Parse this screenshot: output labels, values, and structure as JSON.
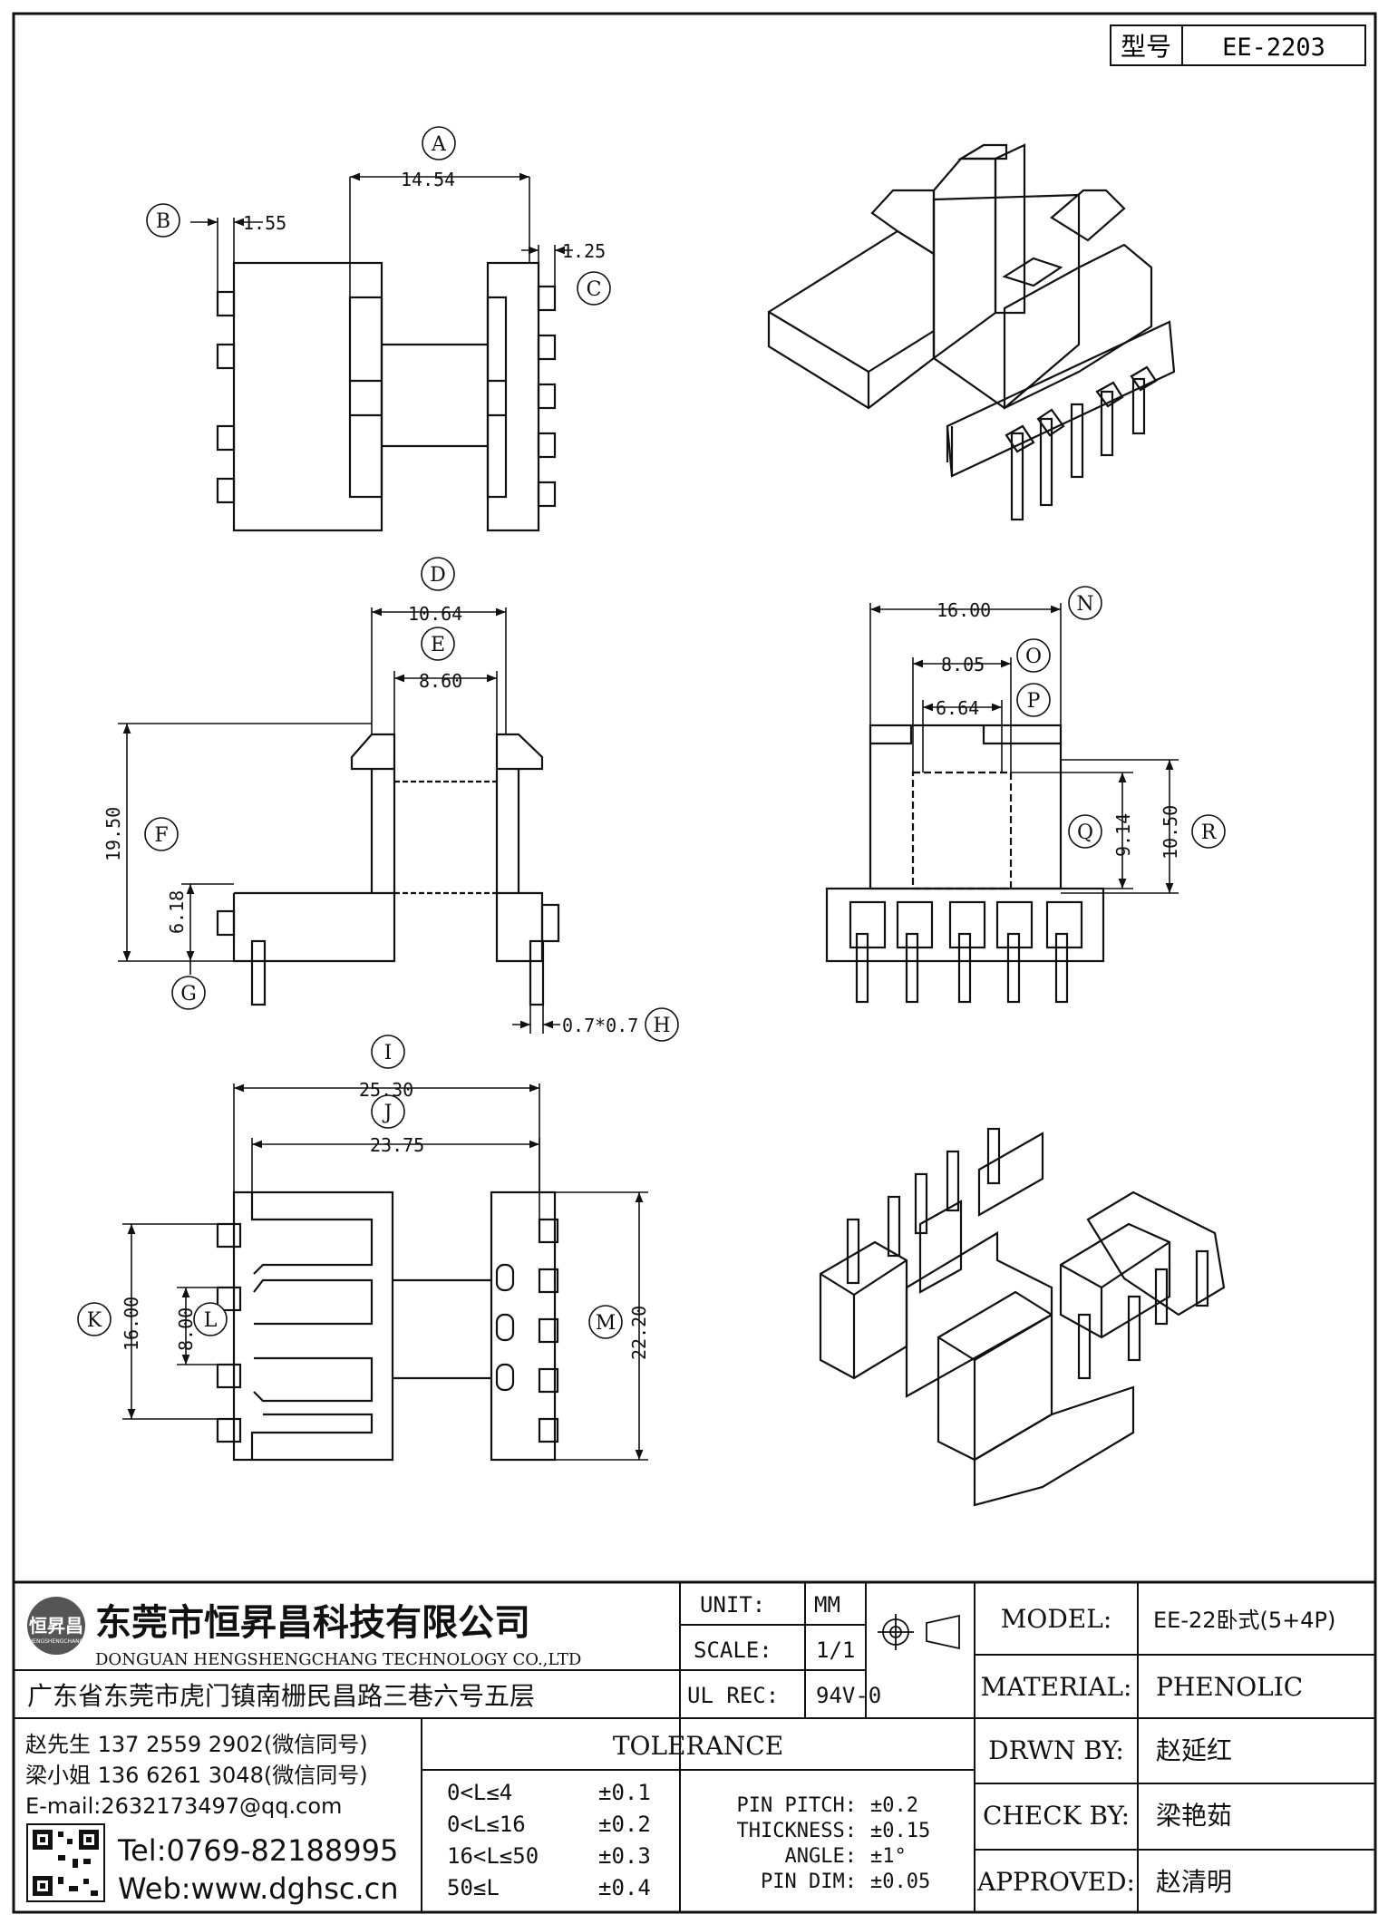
{
  "header": {
    "model_label": "型号",
    "model_value": "EE-2203"
  },
  "callouts": {
    "A": "A",
    "B": "B",
    "C": "C",
    "D": "D",
    "E": "E",
    "F": "F",
    "G": "G",
    "H": "H",
    "I": "I",
    "J": "J",
    "K": "K",
    "L": "L",
    "M": "M",
    "N": "N",
    "O": "O",
    "P": "P",
    "Q": "Q",
    "R": "R"
  },
  "dimensions": {
    "A": "14.54",
    "B": "1.55",
    "C": "1.25",
    "D": "10.64",
    "E": "8.60",
    "F": "19.50",
    "G": "6.18",
    "H": "0.7*0.7",
    "I": "25.30",
    "J": "23.75",
    "K": "16.00",
    "L": "8.00",
    "M": "22.20",
    "N": "16.00",
    "O": "8.05",
    "P": "6.64",
    "Q": "9.14",
    "R": "10.50"
  },
  "company": {
    "logo_text": "恒昇昌",
    "logo_sub": "HENGSHENGCHANG",
    "name_cn": "东莞市恒昇昌科技有限公司",
    "name_en": "DONGUAN HENGSHENGCHANG TECHNOLOGY CO.,LTD",
    "address": "广东省东莞市虎门镇南栅民昌路三巷六号五层",
    "contact1": "赵先生 137 2559 2902(微信同号)",
    "contact2": "梁小姐 136 6261 3048(微信同号)",
    "email": "E-mail:2632173497@qq.com",
    "tel": "Tel:0769-82188995",
    "web": "Web:www.dghsc.cn"
  },
  "specs": {
    "unit_label": "UNIT:",
    "unit_value": "MM",
    "scale_label": "SCALE:",
    "scale_value": "1/1",
    "ulrec_label": "UL REC:",
    "ulrec_value": "94V-0"
  },
  "tolerance": {
    "title": "TOLERANCE",
    "rows": [
      {
        "range": "0<L≤4",
        "value": "±0.1"
      },
      {
        "range": "0<L≤16",
        "value": "±0.2"
      },
      {
        "range": "16<L≤50",
        "value": "±0.3"
      },
      {
        "range": "50≤L",
        "value": "±0.4"
      }
    ],
    "extra": [
      {
        "label": "PIN PITCH:",
        "value": "±0.2"
      },
      {
        "label": "THICKNESS:",
        "value": "±0.15"
      },
      {
        "label": "ANGLE:",
        "value": "±1°"
      },
      {
        "label": "PIN DIM:",
        "value": "±0.05"
      }
    ]
  },
  "info": {
    "model_label": "MODEL:",
    "model_value": "EE-22卧式(5+4P)",
    "material_label": "MATERIAL:",
    "material_value": "PHENOLIC",
    "drawn_label": "DRWN BY:",
    "drawn_value": "赵延红",
    "check_label": "CHECK BY:",
    "check_value": "梁艳茹",
    "approved_label": "APPROVED:",
    "approved_value": "赵清明"
  }
}
